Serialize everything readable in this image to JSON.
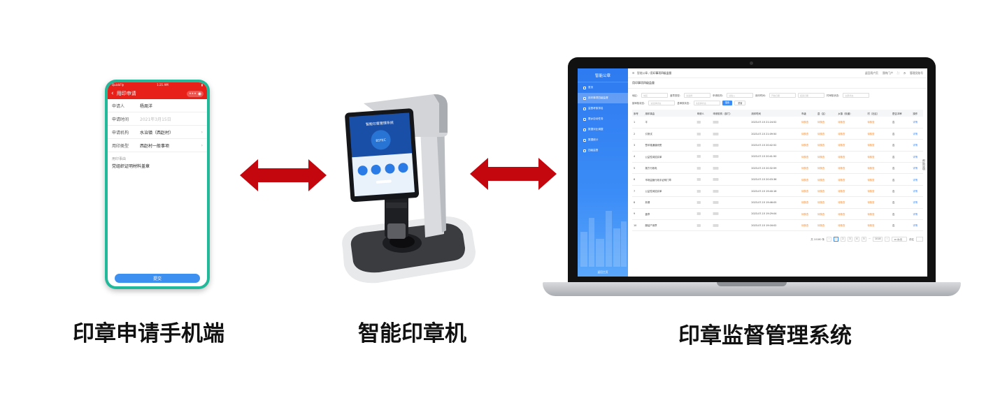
{
  "labels": {
    "phone": "印章申请手机端",
    "machine": "智能印章机",
    "system": "印章监督管理系统"
  },
  "phone": {
    "status_left": "QuickFly",
    "status_time": "1:21 AM",
    "header_title": "用印申请",
    "rows": [
      {
        "label": "申请人",
        "value": "杨周洋",
        "arrow": ""
      },
      {
        "label": "申请时间",
        "value": "2021年3月15日",
        "arrow": ""
      },
      {
        "label": "申请机构",
        "value": "水治镇（西赵村）",
        "arrow": "›"
      },
      {
        "label": "用印类型",
        "value": "西赵村一般事项",
        "arrow": "›"
      }
    ],
    "reason_label": "用印事由",
    "reason_value": "党组织证明材料盖章",
    "submit": "提交"
  },
  "machine": {
    "screen_title": "智能印章管理系统",
    "brand": "BSTEC"
  },
  "system": {
    "sidebar_title": "智能公章",
    "sidebar_items": [
      {
        "label": "首页",
        "active": false
      },
      {
        "label": "用印事项四级监督",
        "active": true
      },
      {
        "label": "监督考核排名",
        "active": false
      },
      {
        "label": "履乡自动任务",
        "active": false
      },
      {
        "label": "数据对比调整",
        "active": false
      },
      {
        "label": "数据统计",
        "active": false
      },
      {
        "label": "四级监督",
        "active": false
      }
    ],
    "sidebar_footer": "返回主页",
    "breadcrumb_home": "智能公章",
    "breadcrumb_current": "用印事项四级监督",
    "topbar_right": [
      "返回用户页",
      "我的门户",
      "管理员账号"
    ],
    "page_title": "用印事项四级监督",
    "filters_row1": [
      {
        "label": "地区：",
        "placeholder": "地区"
      },
      {
        "label": "盖章类型：",
        "placeholder": "请选择"
      },
      {
        "label": "申请机构：",
        "placeholder": "请输入"
      },
      {
        "label": "用印时间：",
        "placeholder": "开始日期"
      },
      {
        "label": "",
        "placeholder": "结束日期"
      },
      {
        "label": "村审核状态：",
        "placeholder": "全部状态"
      }
    ],
    "filters_row2": [
      {
        "label": "镇审核状态：",
        "placeholder": "请选择状态"
      },
      {
        "label": "县审核状态：",
        "placeholder": "请选择状态"
      }
    ],
    "search_btn": "搜索",
    "reset_btn": "重置",
    "columns": [
      "序号",
      "用印事由",
      "申请人",
      "申请机构（部门）",
      "用印时间",
      "市级",
      "县（区）",
      "乡镇（街道）",
      "村（社区）",
      "是否冲审",
      "操作"
    ],
    "rows": [
      [
        "1",
        "平",
        "2023-07-15 21:24:52",
        "待核查",
        "待核查",
        "待核查",
        "待核查",
        "否",
        "详情"
      ],
      [
        "2",
        "引测试",
        "2023-07-15 21:09:50",
        "待核查",
        "待核查",
        "待核查",
        "待核查",
        "否",
        "详情"
      ],
      [
        "3",
        "签印路通道而受",
        "2023-07-15 20:42:52",
        "待核查",
        "待核查",
        "待核查",
        "待核查",
        "否",
        "详情"
      ],
      [
        "4",
        "公益性岗招实单",
        "2023-07-15 20:41:50",
        "待核查",
        "待核查",
        "待核查",
        "待核查",
        "否",
        "详情"
      ],
      [
        "5",
        "报方行政电",
        "2023-07-15 20:32:59",
        "待核查",
        "待核查",
        "待核查",
        "待核查",
        "否",
        "详情"
      ],
      [
        "6",
        "市场监管行政手证明门章",
        "2023-07-15 20:03:36",
        "待核查",
        "待核查",
        "待核查",
        "待核查",
        "否",
        "详情"
      ],
      [
        "7",
        "公益性岗招实单",
        "2023-07-15 19:40:16",
        "待核查",
        "待核查",
        "待核查",
        "待核查",
        "否",
        "详情"
      ],
      [
        "8",
        "邦源",
        "2023-07-15 19:46:05",
        "待核查",
        "待核查",
        "待核查",
        "待核查",
        "否",
        "详情"
      ],
      [
        "9",
        "盖章",
        "2023-07-15 19:29:04",
        "待核查",
        "待核查",
        "待核查",
        "待核查",
        "否",
        "详情"
      ],
      [
        "10",
        "服结产用章",
        "2023-07-15 19:16:02",
        "待核查",
        "待核查",
        "待核查",
        "待核查",
        "否",
        "详情"
      ]
    ],
    "pager": {
      "total": "共 10180 条",
      "pages": [
        "1",
        "2",
        "3",
        "4",
        "5",
        "···",
        "1018"
      ],
      "page_size": "10 条/页",
      "goto": "前往"
    },
    "side_help": "帮助说明"
  },
  "colors": {
    "arrow": "#c4070e",
    "phone_header": "#e8201a",
    "sidebar": "#2e7af0",
    "status_orange": "#f08a2c"
  }
}
